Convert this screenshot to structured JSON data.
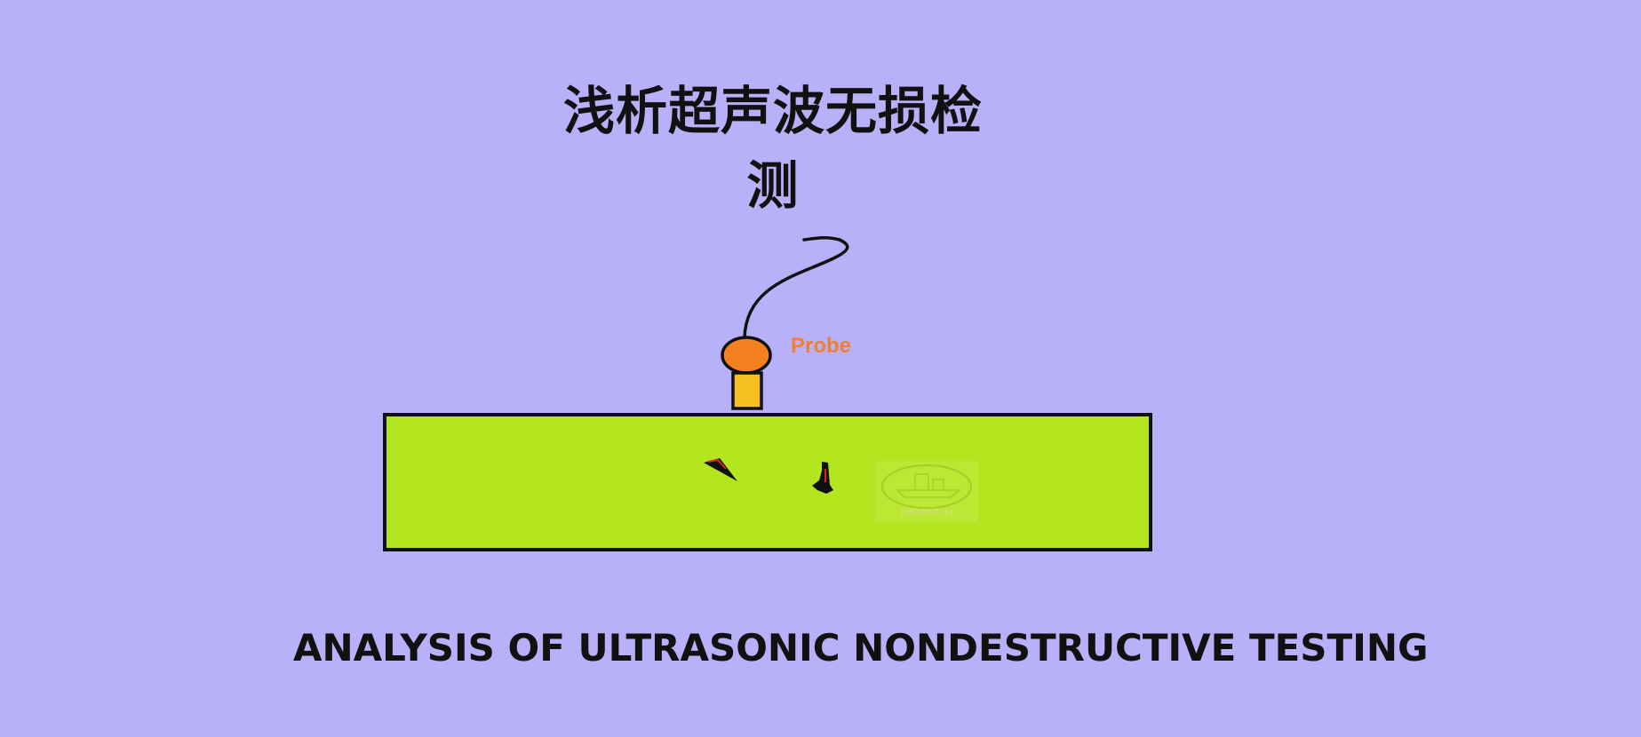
{
  "title_cn": "浅析超声波无损检测",
  "title_en": "ANALYSIS OF ULTRASONIC NONDESTRUCTIVE TESTING",
  "probe_label": "Probe",
  "stamp_text": "13024563210",
  "colors": {
    "background": "#b8b0f8",
    "specimen": "#b4e620",
    "probe_head": "#f58020",
    "probe_body": "#f5c020",
    "probe_label": "#f08030",
    "outline": "#111111",
    "flaw_highlight": "#e02020"
  }
}
